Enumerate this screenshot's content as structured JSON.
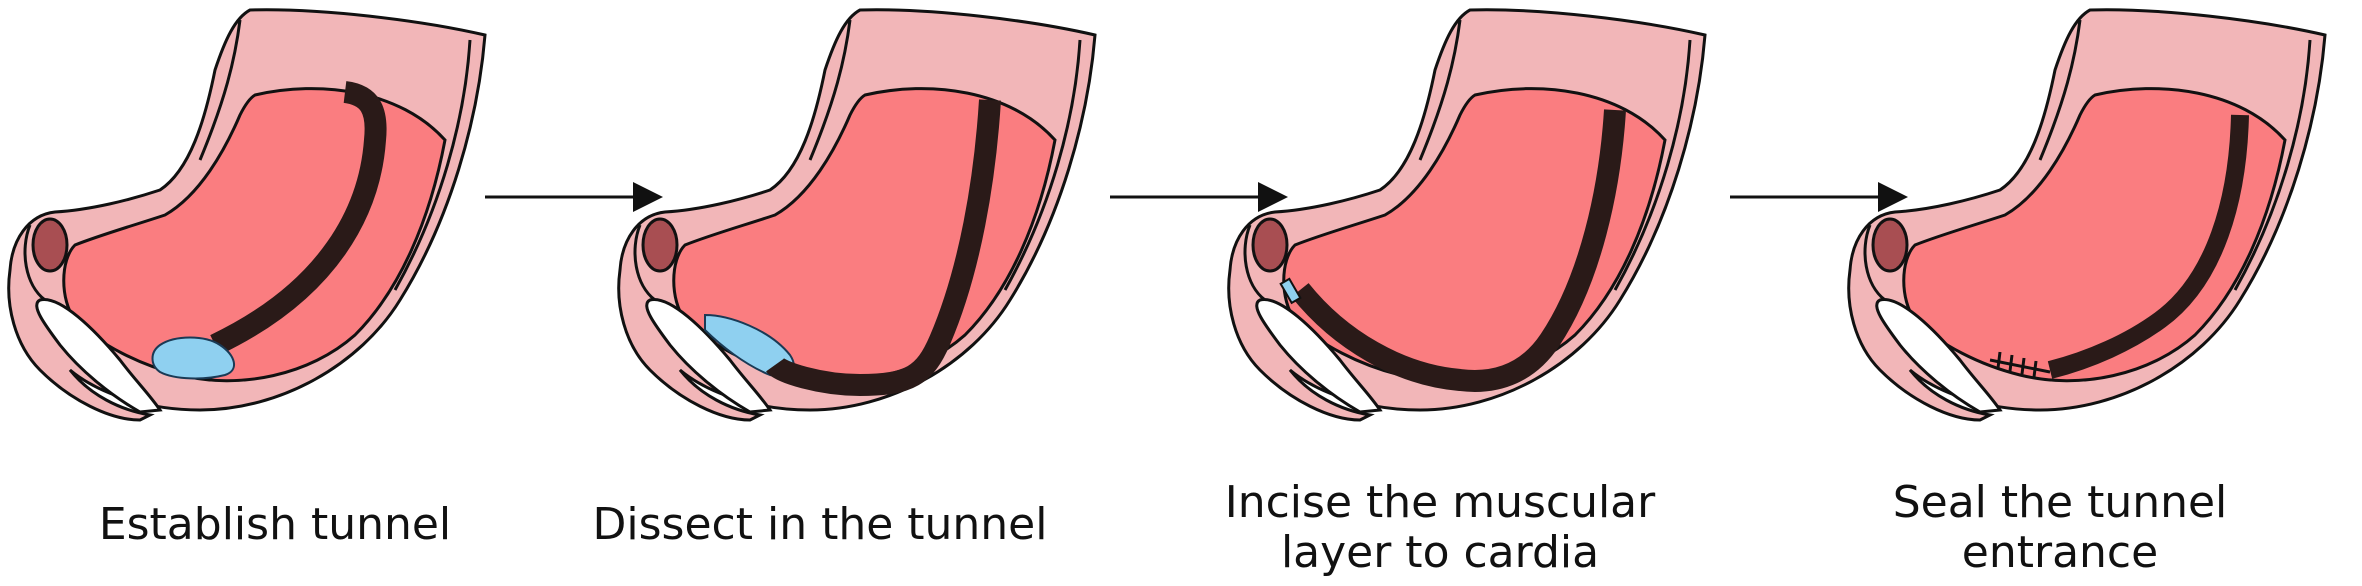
{
  "steps": [
    {
      "lines": [
        "Establish tunnel"
      ]
    },
    {
      "lines": [
        "Dissect in the tunnel"
      ]
    },
    {
      "lines": [
        "Incise the muscular",
        "layer to cardia"
      ]
    },
    {
      "lines": [
        "Seal the tunnel",
        "entrance"
      ]
    }
  ],
  "colors": {
    "outline": "#111111",
    "wall": "#f2b6b8",
    "cavity": "#fa7d80",
    "tunnel": "#2a1a18",
    "fluid": "#8fd0f0",
    "esophagus_ring": "#a84e52",
    "arrow": "#111111"
  }
}
